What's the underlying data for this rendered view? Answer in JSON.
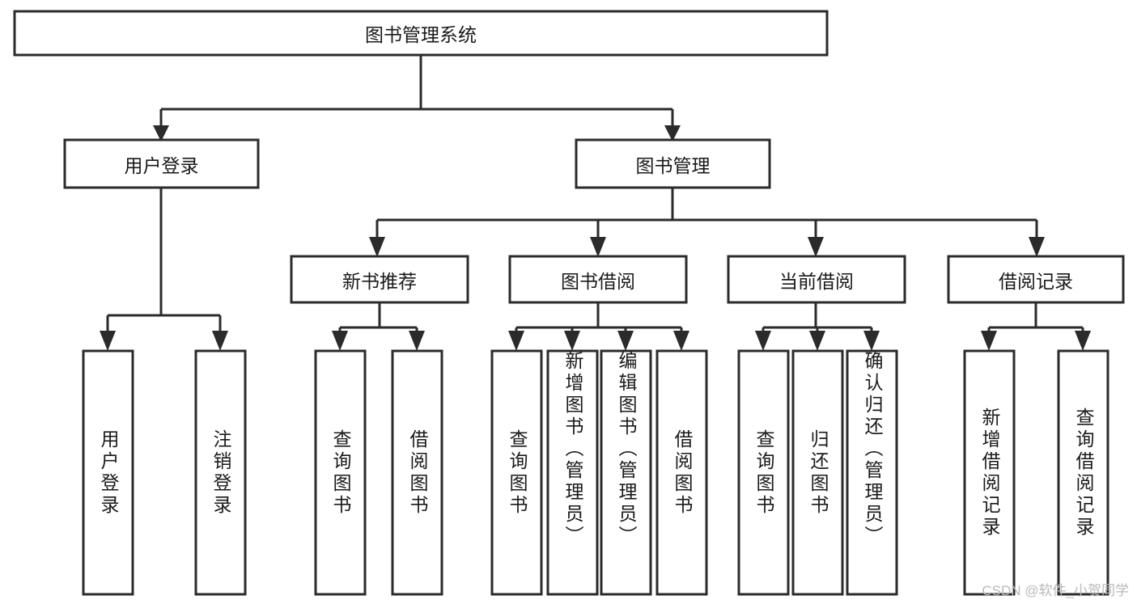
{
  "diagram": {
    "type": "tree",
    "title": "图书管理系统",
    "watermark": "CSDN @软件_小贺同学",
    "colors": {
      "background": "#ffffff",
      "stroke": "#2b2b2b",
      "fill": "#ffffff",
      "text": "#1a1a1a",
      "watermark": "#b9b9b9"
    },
    "root": {
      "label": "图书管理系统",
      "orientation": "horizontal"
    },
    "level2": [
      {
        "label": "用户登录",
        "orientation": "horizontal"
      },
      {
        "label": "图书管理",
        "orientation": "horizontal"
      }
    ],
    "level3": [
      {
        "label": "新书推荐",
        "orientation": "horizontal",
        "parent": "图书管理"
      },
      {
        "label": "图书借阅",
        "orientation": "horizontal",
        "parent": "图书管理"
      },
      {
        "label": "当前借阅",
        "orientation": "horizontal",
        "parent": "图书管理"
      },
      {
        "label": "借阅记录",
        "orientation": "horizontal",
        "parent": "图书管理"
      }
    ],
    "leaves": {
      "user_login": [
        {
          "label": "用户登录",
          "orientation": "vertical"
        },
        {
          "label": "注销登录",
          "orientation": "vertical"
        }
      ],
      "new_book_recommend": [
        {
          "label": "查询图书",
          "orientation": "vertical"
        },
        {
          "label": "借阅图书",
          "orientation": "vertical"
        }
      ],
      "book_borrow": [
        {
          "label": "查询图书",
          "orientation": "vertical"
        },
        {
          "label": "新增图书（管理员）",
          "orientation": "vertical"
        },
        {
          "label": "编辑图书（管理员）",
          "orientation": "vertical"
        },
        {
          "label": "借阅图书",
          "orientation": "vertical"
        }
      ],
      "current_borrow": [
        {
          "label": "查询图书",
          "orientation": "vertical"
        },
        {
          "label": "归还图书",
          "orientation": "vertical"
        },
        {
          "label": "确认归还（管理员）",
          "orientation": "vertical"
        }
      ],
      "borrow_record": [
        {
          "label": "新增借阅记录",
          "orientation": "vertical"
        },
        {
          "label": "查询借阅记录",
          "orientation": "vertical"
        }
      ]
    }
  }
}
